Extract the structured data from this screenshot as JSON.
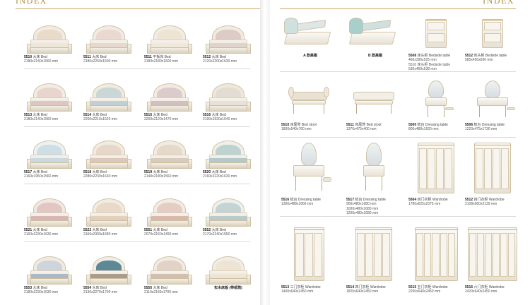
{
  "pages": {
    "left_header": "INDEX",
    "right_header": "INDEX"
  },
  "left_items": [
    {
      "code": "5510",
      "name": "大床 Bed",
      "size": "2180x2140x1560 mm",
      "hb": "#f1ebe1",
      "inner": "#e8d9c6",
      "blanket": "#efe6d8"
    },
    {
      "code": "5511",
      "name": "大床 Bed",
      "size": "2180x2260x1500 mm",
      "hb": "#f1ebe1",
      "inner": "#e9d6cf",
      "blanket": "#e6d6cd"
    },
    {
      "code": "5511",
      "name": "平板床 Bed",
      "size": "2180x2180x1500 mm",
      "hb": "#f2ede4",
      "inner": "#ece2d1",
      "blanket": "#f0e9dc"
    },
    {
      "code": "5512",
      "name": "大床 Bed",
      "size": "2120x2200x1630 mm",
      "hb": "#f1ebe1",
      "inner": "#d9c8c3",
      "blanket": "#ddd0c9"
    },
    {
      "code": "5513",
      "name": "大床 Bed",
      "size": "2180x2140x1560 mm",
      "hb": "#f2ede4",
      "inner": "#e7d3cb",
      "blanket": "#d9c1bd"
    },
    {
      "code": "5514",
      "name": "大床 Bed",
      "size": "2200x2210x1520 mm",
      "hb": "#f0eae0",
      "inner": "#c6d4d6",
      "blanket": "#b9cbd0"
    },
    {
      "code": "5515",
      "name": "大床 Bed",
      "size": "2200x2120x1470 mm",
      "hb": "#f1ebe1",
      "inner": "#d8c9c9",
      "blanket": "#cbb9b8"
    },
    {
      "code": "5516",
      "name": "大床 Bed",
      "size": "2190x1930x1640 mm",
      "hb": "#eee7dc",
      "inner": "#e1dad0",
      "blanket": "#e6e0d6"
    },
    {
      "code": "5517",
      "name": "大床 Bed",
      "size": "2160x1950x1560 mm",
      "hb": "#eef1f1",
      "inner": "#c9dbe3",
      "blanket": "#c2d6df"
    },
    {
      "code": "5518",
      "name": "大床 Bed",
      "size": "2280x2230x1630 mm",
      "hb": "#f1ebe1",
      "inner": "#e6d5c6",
      "blanket": "#d8c3b3"
    },
    {
      "code": "5519",
      "name": "大床 Bed",
      "size": "2140x2180x1560 mm",
      "hb": "#f1ebe1",
      "inner": "#e3d7c7",
      "blanket": "#d6c7b5"
    },
    {
      "code": "5520",
      "name": "大床 Bed",
      "size": "2160x2220x1630 mm",
      "hb": "#f0efe9",
      "inner": "#b7cfcf",
      "blanket": "#a9c4c6"
    },
    {
      "code": "5521",
      "name": "大床 Bed",
      "size": "2160x2230x1630 mm",
      "hb": "#f1e8e4",
      "inner": "#dfc2c0",
      "blanket": "#d3aeae"
    },
    {
      "code": "5522",
      "name": "大床 Bed",
      "size": "2160x2300x1680 mm",
      "hb": "#f1ebe1",
      "inner": "#e8d8c5",
      "blanket": "#e1cdb7"
    },
    {
      "code": "5551",
      "name": "大床 Bed",
      "size": "2070x2160x1490 mm",
      "hb": "#f2ede4",
      "inner": "#e3c9bf",
      "blanket": "#d5b0a3"
    },
    {
      "code": "5552",
      "name": "大床 Bed",
      "size": "2170x2240x1550 mm",
      "hb": "#eef0ee",
      "inner": "#bfd0d1",
      "blanket": "#b1c6c8"
    },
    {
      "code": "5553",
      "name": "大床 Bed",
      "size": "2180x2230x1630 mm",
      "hb": "#f0eae0",
      "inner": "#c9d2dc",
      "blanket": "#9fb0c4"
    },
    {
      "code": "5554",
      "name": "大床 Bed",
      "size": "2130x2270x1700 mm",
      "hb": "#f0ede6",
      "inner": "#4c7c8f",
      "blanket": "#9d8f7c"
    },
    {
      "code": "5555",
      "name": "大床 Bed",
      "size": "2110x2160x1700 mm",
      "hb": "#f1ebe1",
      "inner": "#e0cec3",
      "blanket": "#cdb7a7"
    },
    {
      "code": "",
      "name": "实木床板 (带纸筒)",
      "size": "",
      "hb": "#f2ede4",
      "inner": "#ece2d1",
      "blanket": "#efe4d2"
    }
  ],
  "right_items": [
    {
      "code": "",
      "name": "A 款高箱",
      "lines": [],
      "kind": "storage-bed-a"
    },
    {
      "code": "",
      "name": "B 款高箱",
      "lines": [],
      "kind": "storage-bed-b"
    },
    {
      "code": "5508",
      "name": "床头柜 Bedside table",
      "lines": [
        "460x395x525 mm",
        "5510 床头柜 Bedside table",
        "530x450x538 mm"
      ],
      "kind": "nightstand"
    },
    {
      "code": "5512",
      "name": "床头柜 Bedside table",
      "lines": [
        "585x450x606 mm"
      ],
      "kind": "nightstand2"
    },
    {
      "code": "5510",
      "name": "床尾凳 Bed stool",
      "lines": [
        "1800x540x760 mm"
      ],
      "kind": "bench"
    },
    {
      "code": "5511",
      "name": "床尾凳 Bed stool",
      "lines": [
        "1370x475x400 mm"
      ],
      "kind": "bench2"
    },
    {
      "code": "5500",
      "name": "梳台 Dressing table",
      "lines": [
        "800x480x1620 mm"
      ],
      "kind": "dresser-small"
    },
    {
      "code": "5506",
      "name": "梳台 Dressing table",
      "lines": [
        "1220x475x1730 mm"
      ],
      "kind": "dresser"
    },
    {
      "code": "5516",
      "name": "梳台 Dressing table",
      "lines": [
        "1300x488x1666 mm"
      ],
      "kind": "vanity-oval"
    },
    {
      "code": "5517",
      "name": "梳台 Dressing table",
      "lines": [
        "900x480x1680 mm",
        "1000x480x1680 mm",
        "1200x480x1680 mm"
      ],
      "kind": "vanity-slim"
    },
    {
      "code": "5504",
      "name": "四门衣柜 Wardrobe",
      "lines": [
        "1780x625x2375 mm"
      ],
      "kind": "wardrobe4"
    },
    {
      "code": "5512",
      "name": "四门衣柜 Wardrobe",
      "lines": [
        "2108x660x2139 mm"
      ],
      "kind": "wardrobe4b"
    },
    {
      "code": "5513",
      "name": "三门衣柜 Wardrobe",
      "lines": [
        "1400x640x2450 mm"
      ],
      "kind": "wardrobe3"
    },
    {
      "code": "5514",
      "name": "四门衣柜 Wardrobe",
      "lines": [
        "1820x640x2450 mm"
      ],
      "kind": "wardrobe4c"
    },
    {
      "code": "5515",
      "name": "五门衣柜 Wardrobe",
      "lines": [
        "2200x640x2450 mm"
      ],
      "kind": "wardrobe5"
    },
    {
      "code": "5516",
      "name": "六门衣柜 Wardrobe",
      "lines": [
        "2420x640x2450 mm"
      ],
      "kind": "wardrobe6"
    }
  ]
}
